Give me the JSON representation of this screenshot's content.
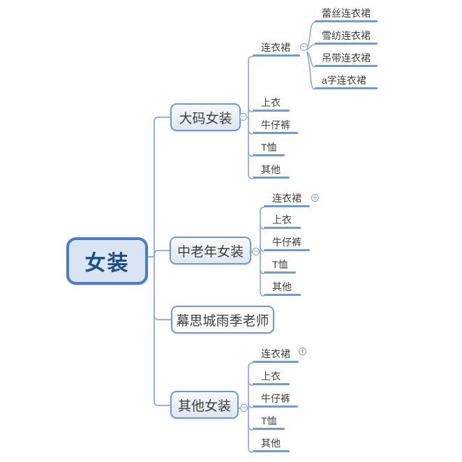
{
  "root": {
    "label": "女装"
  },
  "icons": {
    "collapse": "−",
    "expand": "+"
  },
  "colors": {
    "connector_line": "#86a9d8",
    "topic_underline": "#6d9bd4",
    "box_border": "#7599cb",
    "root_border": "#4a7ec2",
    "root_fill": "#d9e5f3",
    "root_text": "#1d4e86",
    "topic_text": "#3c3c3c"
  },
  "branches": [
    {
      "label": "大码女装",
      "toggle": "collapse",
      "children": [
        {
          "label": "连衣裙",
          "toggle": "collapse",
          "children": [
            {
              "label": "蕾丝连衣裙"
            },
            {
              "label": "雪纺连衣裙"
            },
            {
              "label": "吊带连衣裙"
            },
            {
              "label": "a字连衣裙"
            }
          ]
        },
        {
          "label": "上衣"
        },
        {
          "label": "牛仔裤"
        },
        {
          "label": "T恤"
        },
        {
          "label": "其他"
        }
      ]
    },
    {
      "label": "中老年女装",
      "toggle": "collapse",
      "children": [
        {
          "label": "连衣裙",
          "toggle": "expand"
        },
        {
          "label": "上衣"
        },
        {
          "label": "牛仔裤"
        },
        {
          "label": "T恤"
        },
        {
          "label": "其他"
        }
      ]
    },
    {
      "label": "幕思城雨季老师"
    },
    {
      "label": "其他女装",
      "toggle": "collapse",
      "children": [
        {
          "label": "连衣裙",
          "toggle": "expand"
        },
        {
          "label": "上衣"
        },
        {
          "label": "牛仔裤"
        },
        {
          "label": "T恤"
        },
        {
          "label": "其他"
        }
      ]
    }
  ]
}
